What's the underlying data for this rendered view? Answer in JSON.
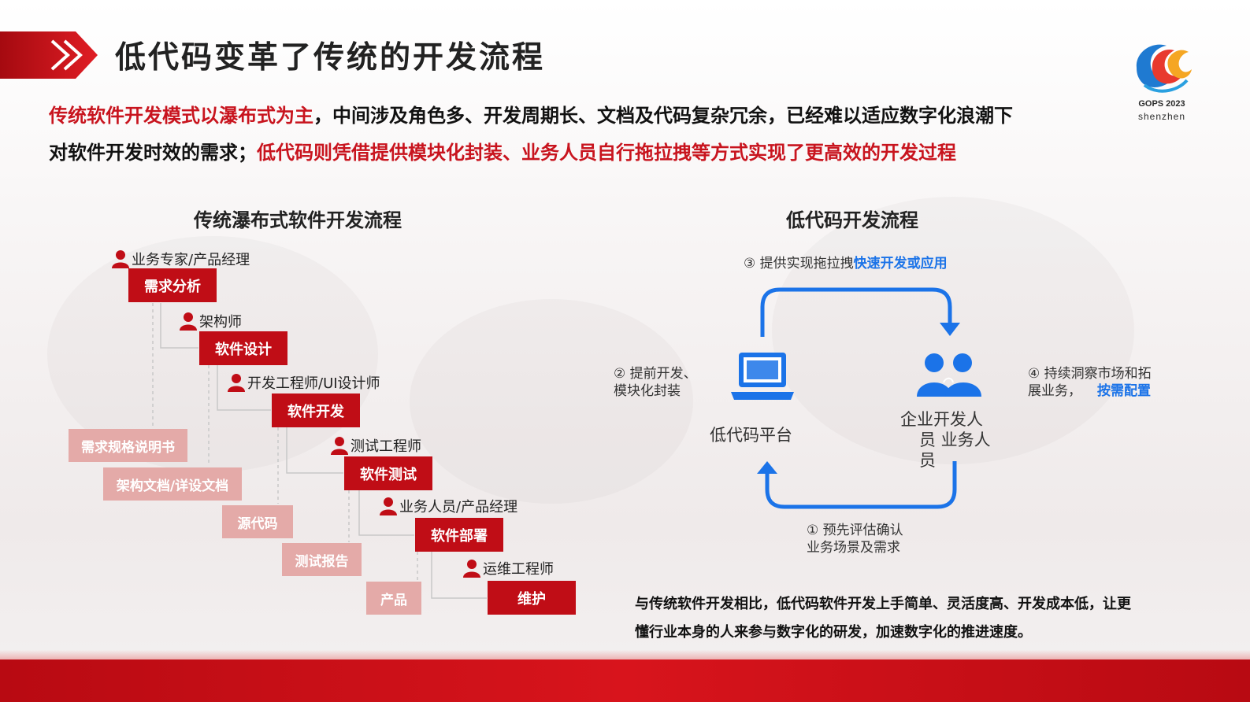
{
  "page_title": "低代码变革了传统的开发流程",
  "logo": {
    "event": "GOPS 2023",
    "city": "shenzhen"
  },
  "intro": {
    "line1_red": "传统软件开发模式以瀑布式为主",
    "line1_black": "，中间涉及角色多、开发周期长、文档及代码复杂冗余，已经难以适应数字化浪潮下",
    "line2_black": "对软件开发时效的需求；",
    "line2_red": "低代码则凭借提供模块化封装、业务人员自行拖拉拽等方式实现了更高效的开发过程"
  },
  "waterfall": {
    "title": "传统瀑布式软件开发流程",
    "roles": [
      "业务专家/产品经理",
      "架构师",
      "开发工程师/UI设计师",
      "测试工程师",
      "业务人员/产品经理",
      "运维工程师"
    ],
    "steps": [
      "需求分析",
      "软件设计",
      "软件开发",
      "软件测试",
      "软件部署",
      "维护"
    ],
    "docs": [
      "需求规格说明书",
      "架构文档/详设文档",
      "源代码",
      "测试报告",
      "产品"
    ]
  },
  "lowcode": {
    "title": "低代码开发流程",
    "step3_prefix": "③ 提供实现拖拉拽",
    "step3_highlight": "快速开发或应用",
    "step2_line1": "② 提前开发、",
    "step2_line2": "模块化封装",
    "step4_line1": "④ 持续洞察市场和拓",
    "step4_line2": "展业务，",
    "step4_highlight": "按需配置",
    "step1_line1": "① 预先评估确认",
    "step1_line2": "业务场景及需求",
    "platform_label": "低代码平台",
    "people_line1": "企业开发人",
    "people_line2": "员 业务人",
    "people_line3": "员",
    "icons": [
      "laptop-icon",
      "users-icon"
    ],
    "accent_color": "#1b73e8"
  },
  "summary": {
    "line1": "与传统软件开发相比，低代码软件开发上手简单、灵活度高、开发成本低，让更",
    "line2": "懂行业本身的人来参与数字化的研发，加速数字化的推进速度。"
  },
  "colors": {
    "brand_red": "#c00d16",
    "doc_pink": "#e4aaa8",
    "blue": "#1b73e8"
  }
}
